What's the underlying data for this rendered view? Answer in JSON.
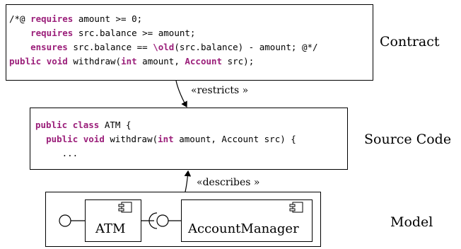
{
  "contract": {
    "lines": [
      [
        {
          "t": "/*@ "
        },
        {
          "t": "requires",
          "k": true
        },
        {
          "t": " amount >= 0;"
        }
      ],
      [
        {
          "t": "    "
        },
        {
          "t": "requires",
          "k": true
        },
        {
          "t": " src.balance >= amount;"
        }
      ],
      [
        {
          "t": "    "
        },
        {
          "t": "ensures",
          "k": true
        },
        {
          "t": " src.balance == "
        },
        {
          "t": "\\old",
          "k": true
        },
        {
          "t": "(src.balance) - amount; @*/"
        }
      ],
      [
        {
          "t": "public",
          "k": true
        },
        {
          "t": " "
        },
        {
          "t": "void",
          "k": true
        },
        {
          "t": " withdraw("
        },
        {
          "t": "int",
          "k": true
        },
        {
          "t": " amount, "
        },
        {
          "t": "Account",
          "k": true
        },
        {
          "t": " src);"
        }
      ]
    ],
    "label": "Contract"
  },
  "source": {
    "lines": [
      [
        {
          "t": "public",
          "k": true
        },
        {
          "t": " "
        },
        {
          "t": "class",
          "k": true
        },
        {
          "t": " ATM {"
        }
      ],
      [
        {
          "t": "  "
        },
        {
          "t": "public",
          "k": true
        },
        {
          "t": " "
        },
        {
          "t": "void",
          "k": true
        },
        {
          "t": " withdraw("
        },
        {
          "t": "int",
          "k": true
        },
        {
          "t": " amount, Account src) {"
        }
      ],
      [
        {
          "t": "     ..."
        }
      ]
    ],
    "label": "Source Code"
  },
  "arrows": {
    "restricts": "«restricts »",
    "describes": "«describes »"
  },
  "model": {
    "label": "Model",
    "components": [
      "ATM",
      "AccountManager"
    ]
  },
  "colors": {
    "keyword": "#9b1f7a",
    "stroke": "#000000"
  }
}
